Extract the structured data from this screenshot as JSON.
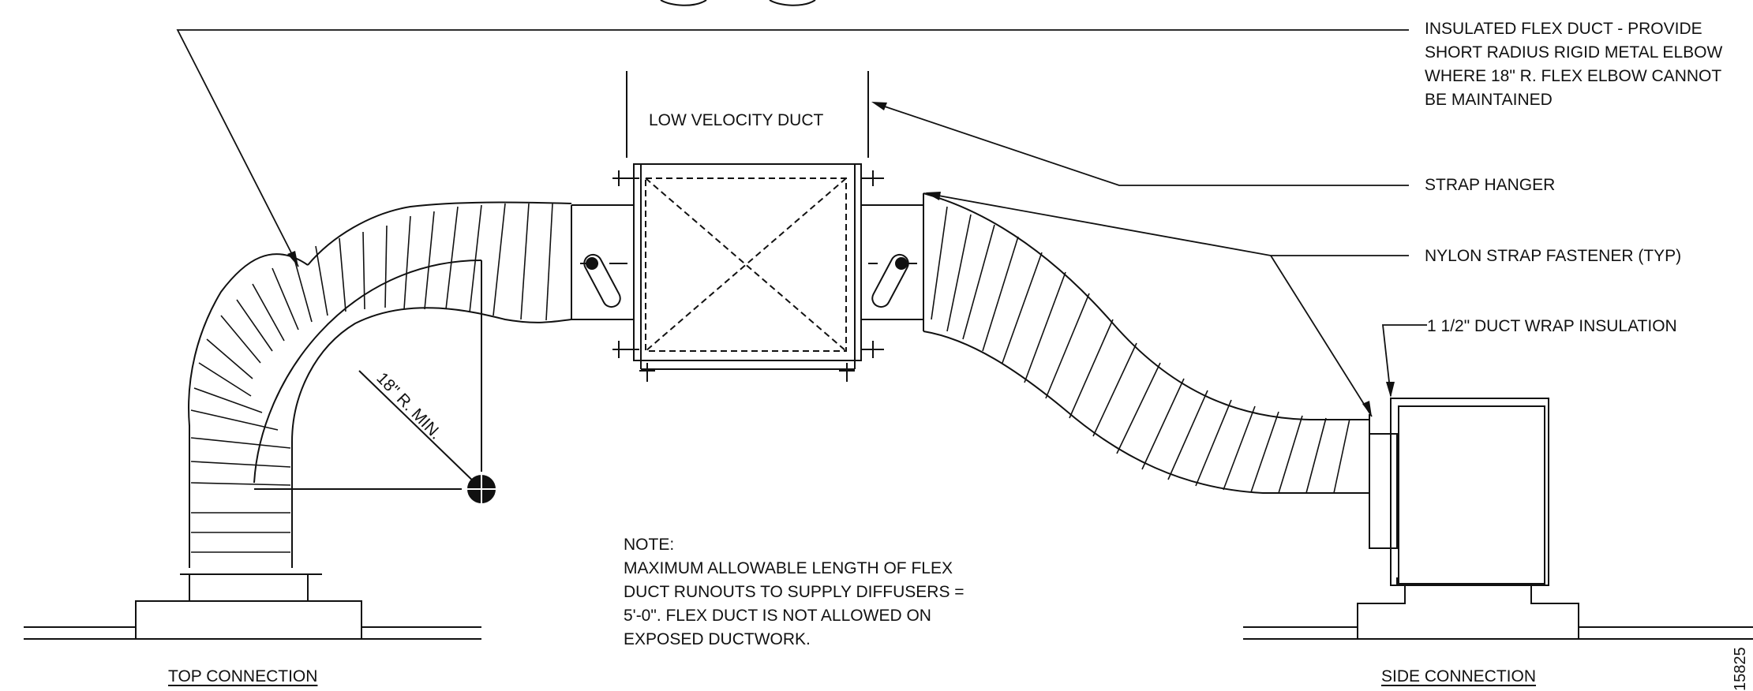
{
  "callouts": {
    "flex_duct": [
      "INSULATED FLEX DUCT - PROVIDE",
      "SHORT RADIUS RIGID METAL ELBOW",
      "WHERE 18\" R. FLEX ELBOW CANNOT",
      "BE MAINTAINED"
    ],
    "strap_hanger": "STRAP HANGER",
    "nylon_strap": "NYLON STRAP FASTENER (TYP)",
    "duct_wrap": "1 1/2\" DUCT WRAP INSULATION"
  },
  "duct_label": "LOW VELOCITY DUCT",
  "radius_label": "18\" R. MIN.",
  "note": [
    "NOTE:",
    "MAXIMUM ALLOWABLE LENGTH OF FLEX",
    "DUCT RUNOUTS TO SUPPLY DIFFUSERS =",
    "5'-0\". FLEX DUCT IS NOT ALLOWED ON",
    "EXPOSED DUCTWORK."
  ],
  "titles": {
    "top": "TOP CONNECTION",
    "side": "SIDE CONNECTION"
  },
  "drawing_id": "15825"
}
